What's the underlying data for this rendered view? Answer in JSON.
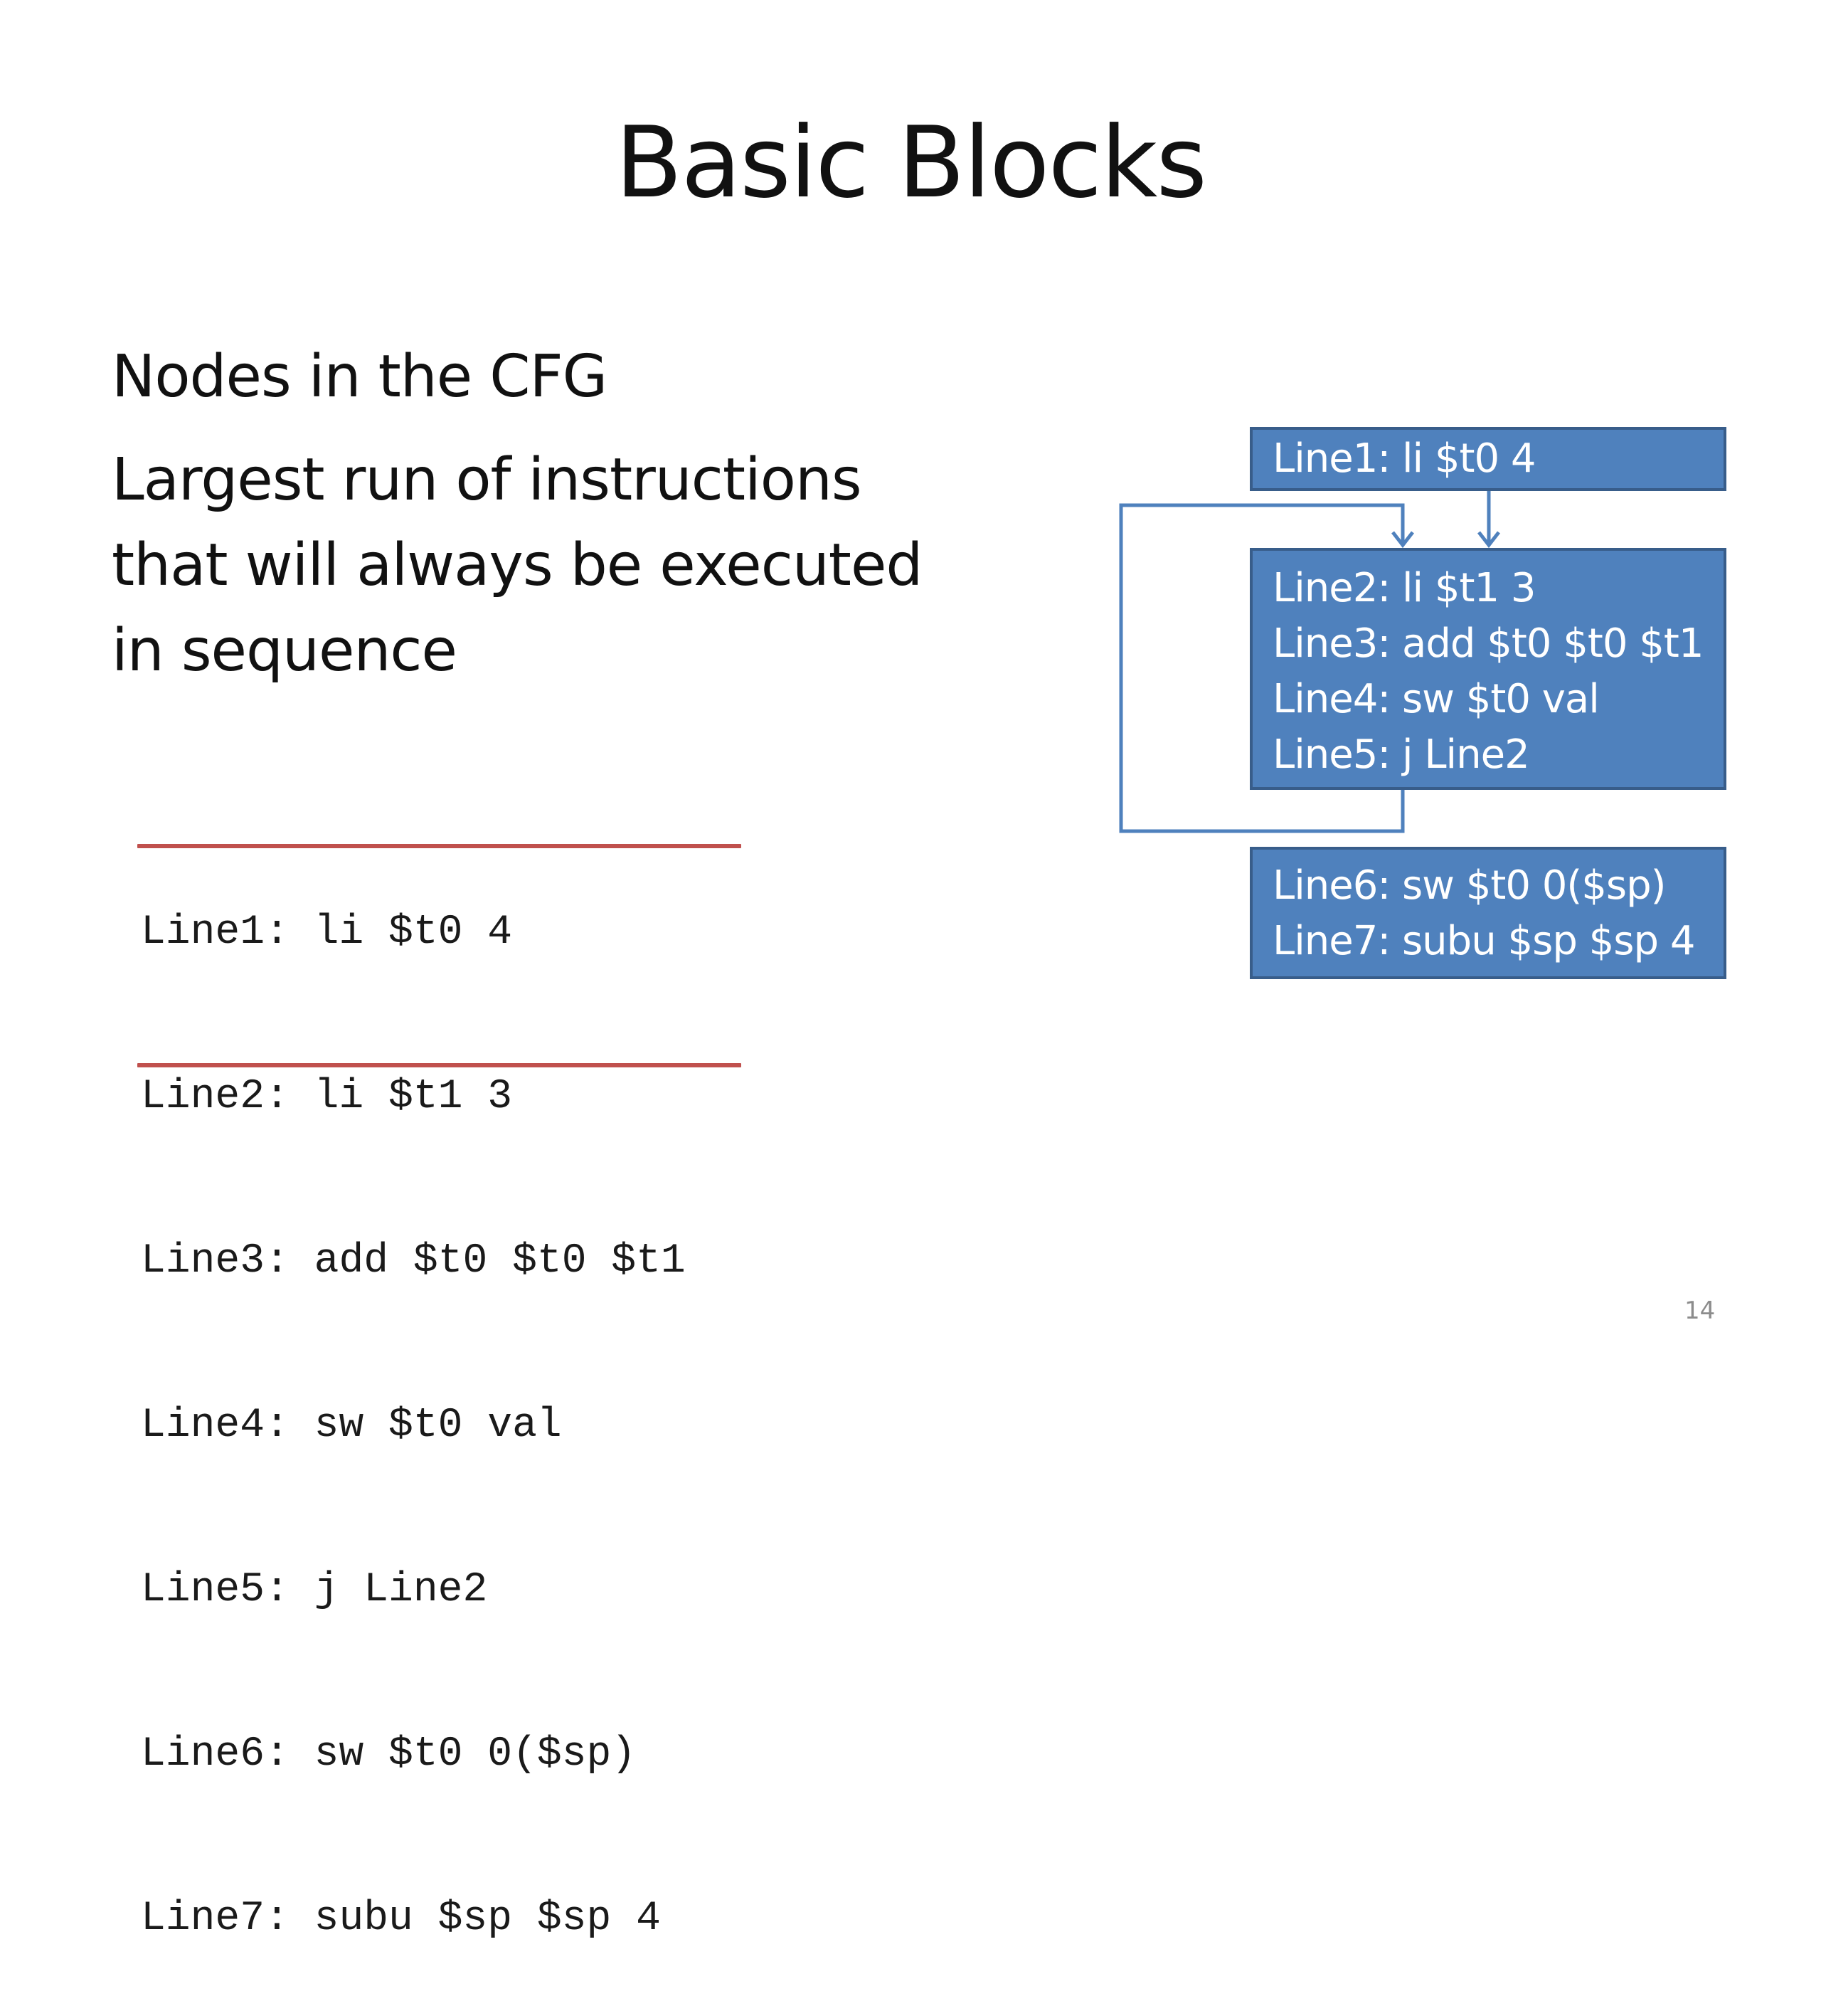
{
  "title": "Basic Blocks",
  "bullets": [
    "Nodes in the CFG",
    "Largest run of instructions that will always be executed in sequence"
  ],
  "code": [
    "Line1: li $t0 4",
    "Line2: li $t1 3",
    "Line3: add $t0 $t0 $t1",
    "Line4: sw $t0 val",
    "Line5: j Line2",
    "Line6: sw $t0 0($sp)",
    "Line7: subu $sp $sp 4"
  ],
  "cfg": {
    "blocks": [
      {
        "lines": [
          "Line1: li $t0 4"
        ]
      },
      {
        "lines": [
          "Line2: li $t1 3",
          "Line3: add $t0 $t0 $t1",
          "Line4: sw $t0 val",
          "Line5: j Line2"
        ]
      },
      {
        "lines": [
          "Line6: sw $t0 0($sp)",
          "Line7: subu $sp $sp 4"
        ]
      }
    ]
  },
  "colors": {
    "block_fill": "#4f81bd",
    "block_border": "#385d8a",
    "divider": "#c0504d"
  },
  "page_number": "14"
}
